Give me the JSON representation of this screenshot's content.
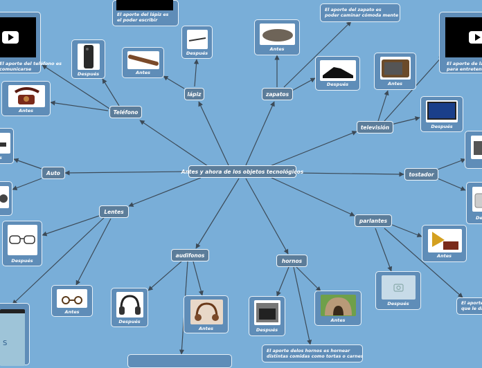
{
  "center": "Antes y ahora de los objetos tecnológicos",
  "topics": {
    "telefono": "Teléfono",
    "lapiz": "lápiz",
    "zapatos": "zapatos",
    "television": "televisión",
    "auto": "Auto",
    "tostador": "tostador",
    "lentes": "Lentes",
    "parlantes": "parlantes",
    "audifonos": "audifonos",
    "hornos": "hornos"
  },
  "captions": {
    "antes": "Antes",
    "despues": "Después"
  },
  "notes": {
    "lapiz": "El aporte del lápiz es\nel poder escribir",
    "zapato": "El aporte del zapato es\npoder caminar cómoda mente",
    "telefono": "El aporte del teléfono es\ncomunicarse",
    "television": "El aporte de la t\npara entretene",
    "parlantes": "El aporte\nque le da",
    "hornos": "El aporte delos hornos es hornear\ndistintas comidas como tortas o carnes"
  },
  "colors": {
    "background": "#79aed8",
    "topic_fill": "#5c7d9a",
    "card_fill": "#5f8db8",
    "edge": "#3c4a57"
  }
}
